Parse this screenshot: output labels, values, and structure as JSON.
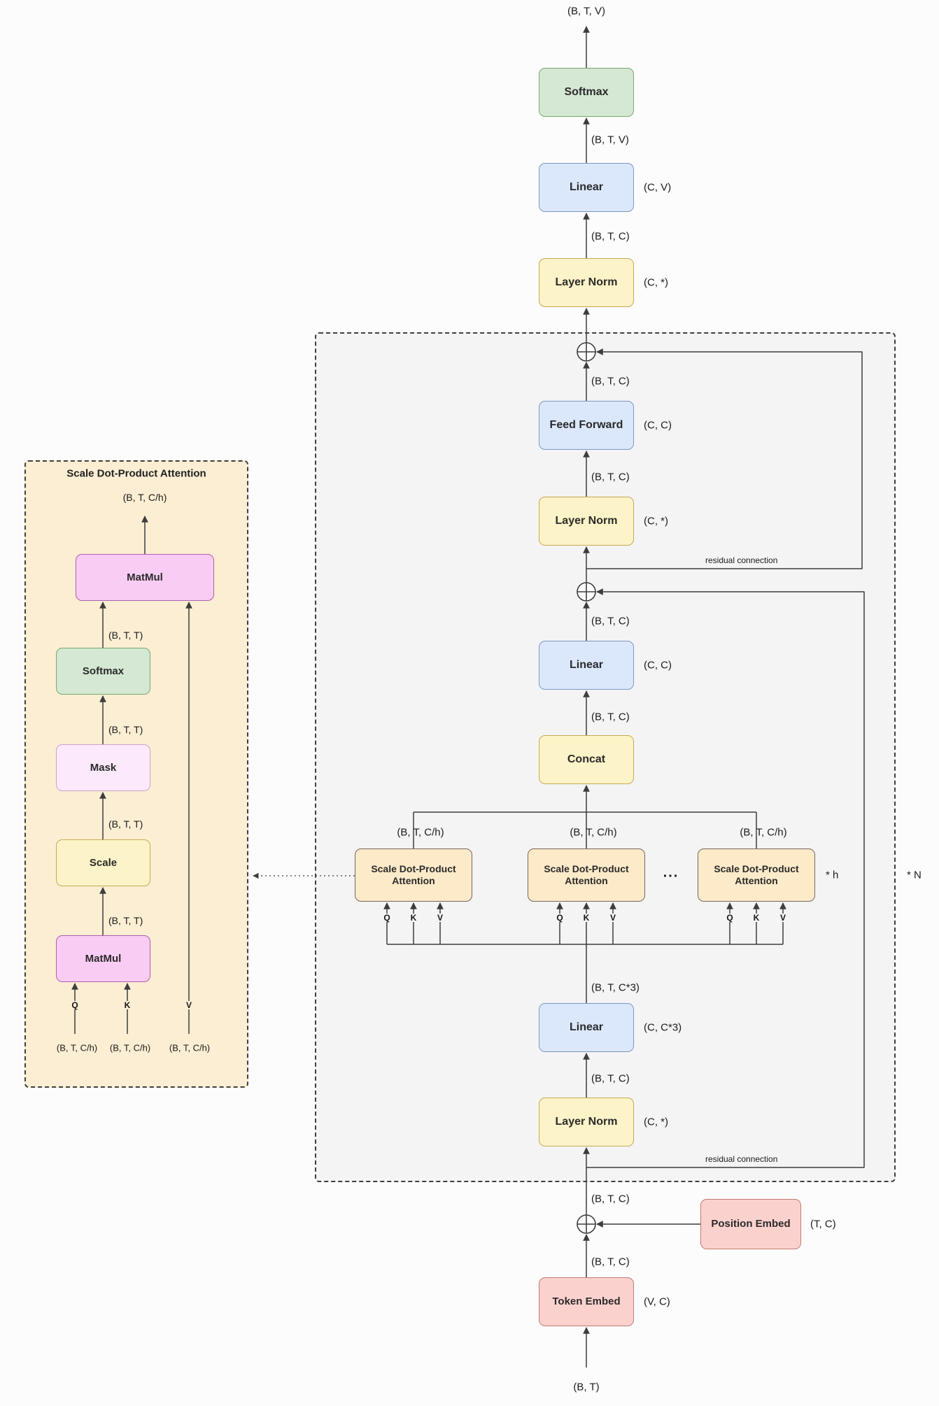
{
  "colors": {
    "softmax_fill": "#d5e8d4",
    "softmax_border": "#78a86c",
    "linear_fill": "#dbe8fc",
    "linear_border": "#7a96c4",
    "norm_fill": "#fdf3c8",
    "norm_border": "#c5aa52",
    "embed_fill": "#fbd1ce",
    "embed_border": "#c57b73",
    "attention_fill": "#fdeac9",
    "attention_border": "#77675a",
    "matmul_fill": "#f9ccf4",
    "matmul_border": "#b05fac",
    "mask_fill": "#fceafc",
    "mask_border": "#c9a3c9",
    "block_bg": "#f4f4f5",
    "detail_bg": "#fbeed3",
    "wire": "#3d3d3d"
  },
  "main": {
    "output_shape": "(B, T, V)",
    "softmax": "Softmax",
    "softmax_in_shape": "(B, T, V)",
    "linear_head": "Linear",
    "linear_head_param": "(C, V)",
    "linear_head_in_shape": "(B, T, C)",
    "layer_norm_final": "Layer Norm",
    "layer_norm_final_param": "(C, *)",
    "block_repeat": "* N",
    "ff_out_shape": "(B, T, C)",
    "feed_forward": "Feed Forward",
    "feed_forward_param": "(C, C)",
    "ff_in_shape": "(B, T, C)",
    "layer_norm_2": "Layer Norm",
    "layer_norm_2_param": "(C, *)",
    "residual_label_upper": "residual connection",
    "residual_label_lower": "residual connection",
    "proj_out_shape": "(B, T, C)",
    "linear_proj": "Linear",
    "linear_proj_param": "(C, C)",
    "concat_out_shape": "(B, T, C)",
    "concat": "Concat",
    "head_out_shape_1": "(B, T, C/h)",
    "head_out_shape_2": "(B, T, C/h)",
    "head_out_shape_3": "(B, T, C/h)",
    "attention_box": "Scale Dot-Product Attention",
    "heads_ellipsis": "...",
    "heads_repeat": "* h",
    "q": "Q",
    "k": "K",
    "v": "V",
    "qkv_shape": "(B, T, C*3)",
    "linear_qkv": "Linear",
    "linear_qkv_param": "(C, C*3)",
    "linear_qkv_in_shape": "(B, T, C)",
    "layer_norm_1": "Layer Norm",
    "layer_norm_1_param": "(C, *)",
    "block_in_shape": "(B, T, C)",
    "position_embed": "Position Embed",
    "position_embed_param": "(T, C)",
    "embed_sum_shape": "(B, T, C)",
    "token_embed": "Token Embed",
    "token_embed_param": "(V, C)",
    "input_shape": "(B, T)"
  },
  "detail": {
    "title": "Scale Dot-Product Attention",
    "output_shape": "(B, T, C/h)",
    "matmul_top": "MatMul",
    "shape_softmax_out": "(B, T, T)",
    "softmax": "Softmax",
    "shape_mask_out": "(B, T, T)",
    "mask": "Mask",
    "shape_scale_out": "(B, T, T)",
    "scale": "Scale",
    "shape_matmul_out": "(B, T, T)",
    "matmul_bottom": "MatMul",
    "q": "Q",
    "k": "K",
    "v": "V",
    "q_shape": "(B, T, C/h)",
    "k_shape": "(B, T, C/h)",
    "v_shape": "(B, T, C/h)"
  }
}
